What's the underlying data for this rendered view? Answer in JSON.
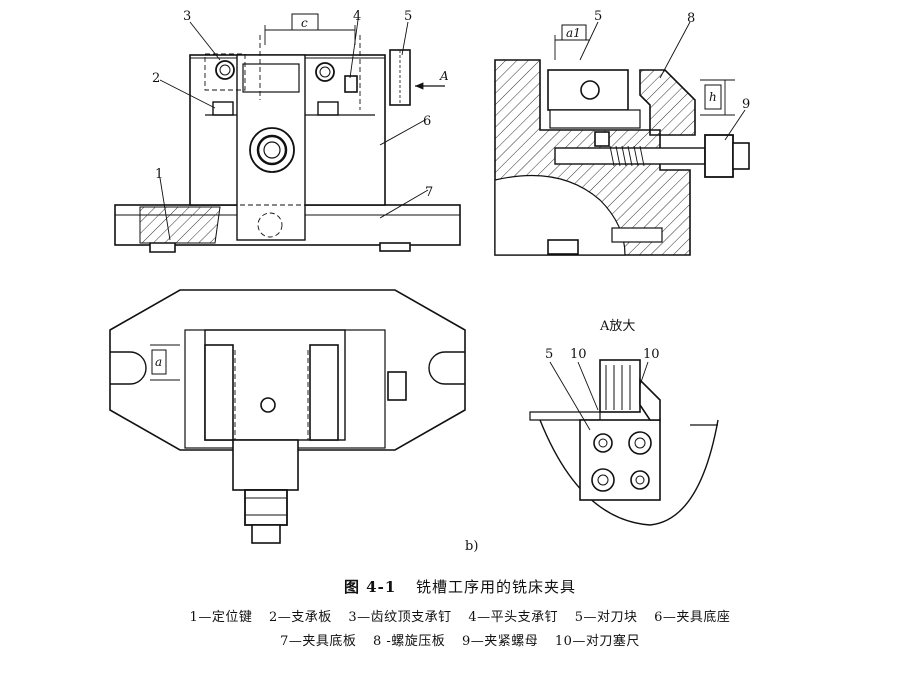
{
  "callouts": {
    "n1": "1",
    "n2": "2",
    "n3": "3",
    "n4": "4",
    "n5": "5",
    "n6": "6",
    "n7": "7",
    "n8": "8",
    "n9": "9",
    "n10a": "10",
    "n10b": "10"
  },
  "dimensions": {
    "c": "c",
    "a1": "a1",
    "h": "h",
    "a": "a",
    "view_arrow": "A"
  },
  "detail_title": "A放大",
  "sublabel": "b)",
  "figure": {
    "number": "图 4-1",
    "title": "铣槽工序用的铣床夹具"
  },
  "legend": [
    "1—定位键",
    "2—支承板",
    "3—齿纹顶支承钉",
    "4—平头支承钉",
    "5—对刀块",
    "6—夹具底座",
    "7—夹具底板",
    "8 -螺旋压板",
    "9—夹紧螺母",
    "10—对刀塞尺"
  ]
}
